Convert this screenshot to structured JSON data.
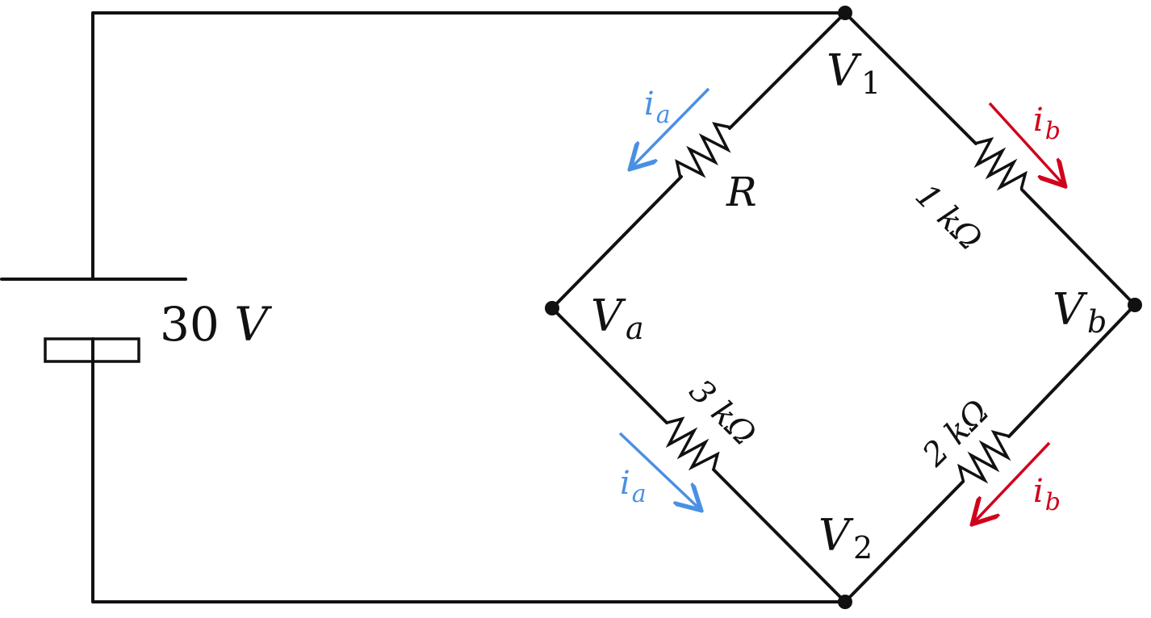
{
  "source": {
    "value": "30",
    "unit": "V"
  },
  "nodes": {
    "v1": {
      "main": "V",
      "sub": "1"
    },
    "v2": {
      "main": "V",
      "sub": "2"
    },
    "va": {
      "main": "V",
      "sub": "a"
    },
    "vb": {
      "main": "V",
      "sub": "b"
    }
  },
  "resistors": {
    "r_unknown": "R",
    "r_1k": {
      "num": "1",
      "unit": "kΩ"
    },
    "r_3k": {
      "num": "3",
      "unit": "kΩ"
    },
    "r_2k": {
      "num": "2",
      "unit": "kΩ"
    }
  },
  "currents": {
    "ia": {
      "main": "i",
      "sub": "a"
    },
    "ib": {
      "main": "i",
      "sub": "b"
    }
  },
  "colors": {
    "wire": "#111111",
    "current_a": "#4a90e2",
    "current_b": "#d0021b"
  }
}
